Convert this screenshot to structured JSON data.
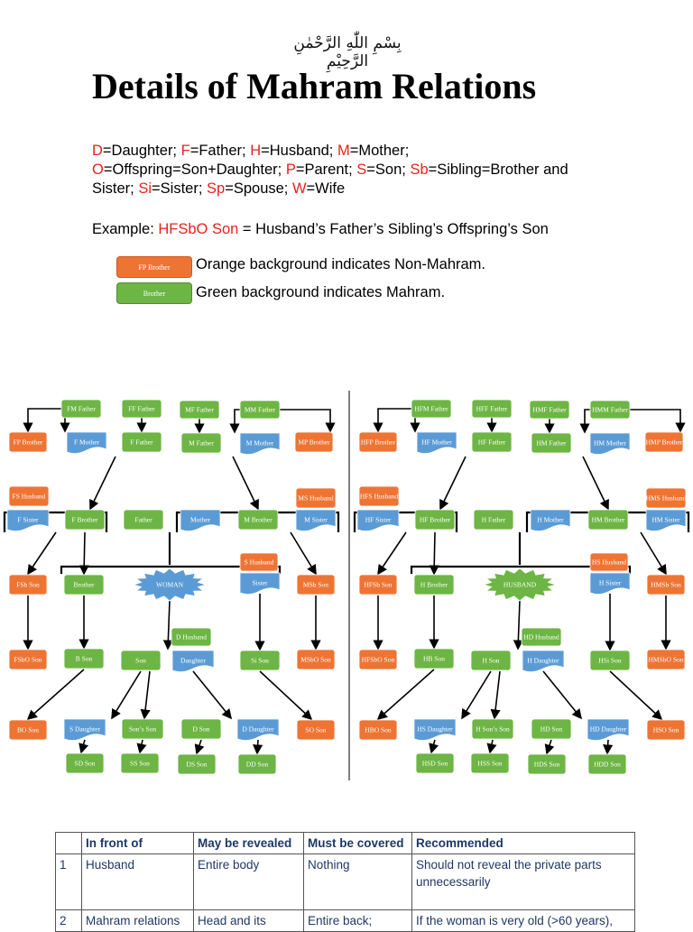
{
  "header": {
    "basmala": "بِسْمِ اللّٰهِ الرَّحْمٰنِ الرَّحِيْمِ",
    "title": "Details of Mahram Relations"
  },
  "legend": {
    "line1": [
      {
        "k": "D",
        "v": "=Daughter; "
      },
      {
        "k": "F",
        "v": "=Father; "
      },
      {
        "k": "H",
        "v": "=Husband; "
      },
      {
        "k": "M",
        "v": "=Mother;"
      }
    ],
    "line2": [
      {
        "k": "O",
        "v": "=Offspring=Son+Daughter; "
      },
      {
        "k": "P",
        "v": "=Parent; "
      },
      {
        "k": "S",
        "v": "=Son; "
      },
      {
        "k": "Sb",
        "v": "=Sibling=Brother and"
      }
    ],
    "line3": [
      {
        "k": "",
        "v": "Sister; "
      },
      {
        "k": "Si",
        "v": "=Sister; "
      },
      {
        "k": "Sp",
        "v": "=Spouse; "
      },
      {
        "k": "W",
        "v": "=Wife"
      }
    ],
    "example_prefix": "Example: ",
    "example_code": "HFSbO Son",
    "example_rest": " = Husband’s Father’s Sibling’s Offspring’s Son",
    "orange_sample": "FP Brother",
    "orange_text": "Orange background indicates Non-Mahram.",
    "green_sample": "Brother",
    "green_text": "Green background indicates Mahram."
  },
  "colors": {
    "orange": "#ee7434",
    "green": "#6db544",
    "blue": "#5b9bd5",
    "legend_key": "#e8211a"
  },
  "trees": {
    "left": {
      "fm_father": "FM Father",
      "ff_father": "FF Father",
      "mf_father": "MF Father",
      "mm_father": "MM Father",
      "fp_brother": "FP Brother",
      "f_mother": "F Mother",
      "f_father": "F Father",
      "m_father": "M Father",
      "m_mother": "M Mother",
      "mp_brother": "MP Brother",
      "fs_husband": "FS Husband",
      "ms_husband": "MS Husband",
      "f_sister": "F Sister",
      "f_brother": "F Brother",
      "father": "Father",
      "mother": "Mother",
      "m_brother": "M Brother",
      "m_sister": "M Sister",
      "fsb_son": "FSb Son",
      "brother": "Brother",
      "center": "WOMAN",
      "s_husband": "S Husband",
      "sister": "Sister",
      "msb_son": "MSb Son",
      "fsbo_son": "FSbO Son",
      "b_son": "B Son",
      "d_husband": "D Husband",
      "son": "Son",
      "daughter": "Daughter",
      "si_son": "Si Son",
      "msbo_son": "MSbO Son",
      "bo_son": "BO Son",
      "s_daughter": "S Daughter",
      "sons_son": "Son’s Son",
      "d_son": "D Son",
      "d_daughter": "D Daughter",
      "so_son": "SO Son",
      "sd_son": "SD Son",
      "ss_son": "SS Son",
      "ds_son": "DS Son",
      "dd_son": "DD Son"
    },
    "right": {
      "fm_father": "HFM Father",
      "ff_father": "HFF Father",
      "mf_father": "HMF Father",
      "mm_father": "HMM Father",
      "fp_brother": "HFP Brother",
      "f_mother": "HF Mother",
      "f_father": "HF Father",
      "m_father": "HM Father",
      "m_mother": "HM Mother",
      "mp_brother": "HMP Brother",
      "fs_husband": "HFS Husband",
      "ms_husband": "HMS Husband",
      "f_sister": "HF Sister",
      "f_brother": "HF Brother",
      "father": "H Father",
      "mother": "H Mother",
      "m_brother": "HM Brother",
      "m_sister": "HM Sister",
      "fsb_son": "HFSb Son",
      "brother": "H Brother",
      "center": "HUSBAND",
      "s_husband": "HS Husband",
      "sister": "H Sister",
      "msb_son": "HMSb Son",
      "fsbo_son": "HFSbO Son",
      "b_son": "HB Son",
      "d_husband": "HD Husband",
      "son": "H Son",
      "daughter": "H Daughter",
      "si_son": "HSi Son",
      "msbo_son": "HMSbO Son",
      "bo_son": "HBO Son",
      "s_daughter": "HS Daughter",
      "sons_son": "H Son’s Son",
      "d_son": "HD Son",
      "d_daughter": "HD Daughter",
      "so_son": "HSO Son",
      "sd_son": "HSD Son",
      "ss_son": "HSS Son",
      "ds_son": "HDS Son",
      "dd_son": "HDD Son"
    }
  },
  "table": {
    "headers": [
      "",
      "In front of",
      "May be revealed",
      "Must be covered",
      "Recommended"
    ],
    "rows": [
      [
        "1",
        "Husband",
        "Entire body",
        "Nothing",
        "Should not reveal the private parts unnecessarily"
      ],
      [
        "2",
        "Mahram relations",
        "Head and its",
        "Entire back;",
        "If the woman is very old (>60 years),"
      ]
    ]
  }
}
